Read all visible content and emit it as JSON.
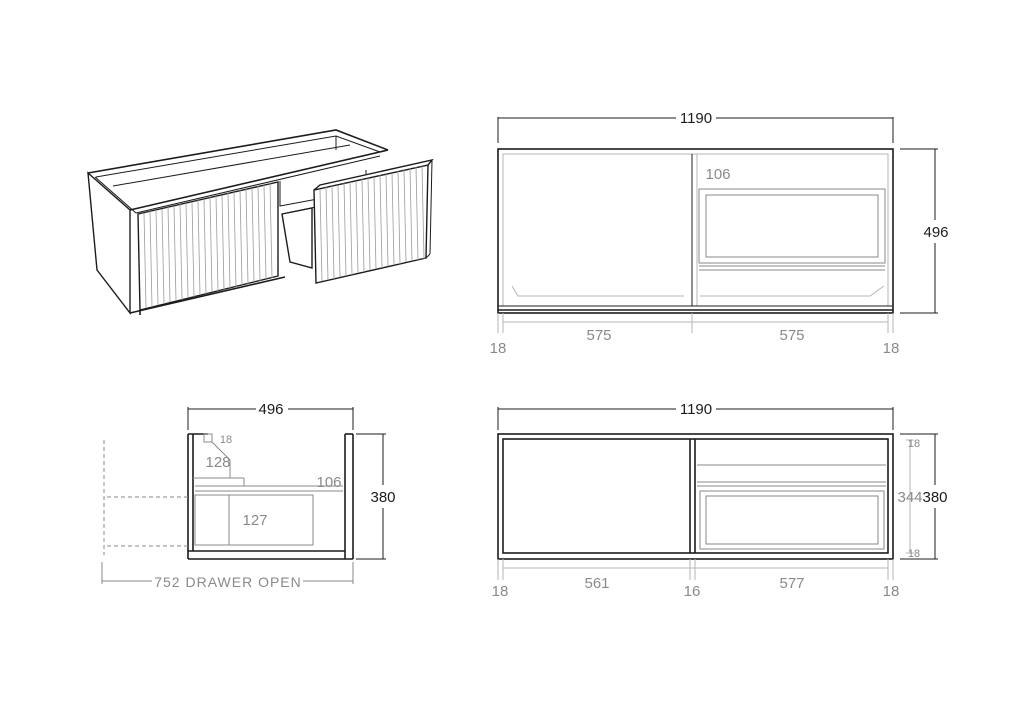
{
  "front_view": {
    "width": "1190",
    "height": "496",
    "inner_dim": "106",
    "left_edge": "18",
    "left_bay": "575",
    "right_bay": "575",
    "right_edge": "18"
  },
  "side_view": {
    "depth": "496",
    "height": "380",
    "top_thickness": "18",
    "upper_gap": "128",
    "shelf_depth": "106",
    "drawer_height": "127",
    "drawer_open": "752 DRAWER OPEN"
  },
  "plan_view": {
    "width": "1190",
    "height": "380",
    "inner_height": "344",
    "top_panel": "18",
    "bottom_panel": "18",
    "left_edge": "18",
    "left_bay": "561",
    "divider": "16",
    "right_bay": "577",
    "right_edge": "18"
  }
}
